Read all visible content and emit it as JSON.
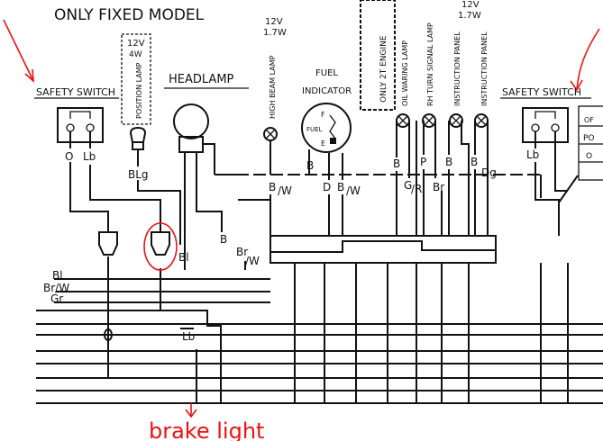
{
  "title": "ONLY FIXED MODEL",
  "labels": {
    "safety_switch_left": "SAFETY SWITCH",
    "safety_switch_right": "SAFETY SWITCH",
    "headlamp": "HEADLAMP",
    "fuel": "FUEL",
    "indicator": "INDICATOR",
    "fuel_gauge_inner": "FUEL",
    "gauge_f": "F",
    "gauge_e": "E",
    "position_rating": "12V",
    "position_watt": "4W",
    "position_lamp": "POSITION LAMP",
    "high_beam_rating": "12V",
    "high_beam_watt": "1.7W",
    "high_beam_lamp": "HIGH BEAM LAMP",
    "right_rating": "12V",
    "right_watt": "1.7W",
    "only_2t_engine": "ONLY 2T ENGINE",
    "oil_warning_lamp": "OIL WARING LAMP",
    "rh_turn_lamp": "RH TURN SIGNAL LAMP",
    "instruction_panel_1": "INSTRUCTION PANEL",
    "instruction_panel_2": "INSTRUCTION PANEL",
    "right_table_1": "OF",
    "right_table_2": "PO",
    "right_table_3": "O"
  },
  "wire_labels": {
    "o": "O",
    "lb_left": "Lb",
    "blg": "BLg",
    "bl_conn": "Bl",
    "b_mid": "B",
    "br_w_mid": "Br",
    "br_w_slash": "/W",
    "b_fuel": "B",
    "b_w_1": "B",
    "b_w_1_slash": "/W",
    "d": "D",
    "b_w_2": "B",
    "b_w_2_slash": "/W",
    "b_right1": "B",
    "p": "P",
    "b_right2": "B",
    "b_right3": "B",
    "dg": "Dg",
    "g_r": "G",
    "g_r_slash": "/R",
    "br_bottom": "Br",
    "lb_right": "Lb",
    "bus_bl": "Bl",
    "bus_br_w": "Br/W",
    "bus_gr": "Gr",
    "lb_bottom": "Lb"
  },
  "annotations": {
    "brake_light": "brake light"
  },
  "colors": {
    "ink": "#111111",
    "annotation": "#e11111"
  }
}
